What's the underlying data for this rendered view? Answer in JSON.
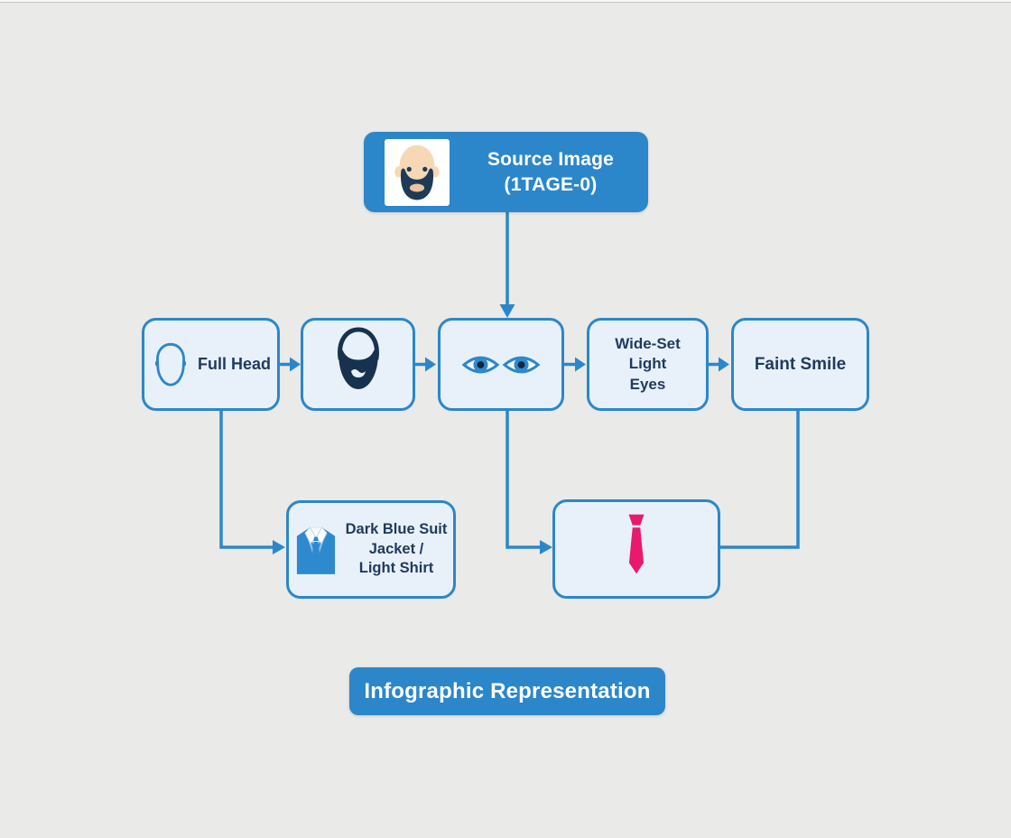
{
  "colors": {
    "accent_blue": "#2b87ca",
    "box_fill": "#e8f1f9",
    "background": "#eaeae8",
    "dark_text": "#1e3a5f",
    "beard_navy": "#17324f",
    "tie_pink": "#e8196e",
    "skin_tone": "#f6d8b6",
    "white": "#ffffff"
  },
  "source_box": {
    "title_line1": "Source Image",
    "title_line2": "(1TAGE-0)",
    "icon": "bearded-man-portrait-icon"
  },
  "feature_nodes": [
    {
      "id": "full-head",
      "label": "Full Head",
      "icon": "head-outline-icon"
    },
    {
      "id": "beard",
      "label": "",
      "icon": "beard-icon"
    },
    {
      "id": "eyes",
      "label": "",
      "icon": "pair-of-eyes-icon"
    },
    {
      "id": "wide-set-light-eyes",
      "label": "Wide-Set\nLight\nEyes",
      "icon": ""
    },
    {
      "id": "faint-smile",
      "label": "Faint Smile",
      "icon": ""
    }
  ],
  "attribute_nodes": [
    {
      "id": "suit",
      "label": "Dark Blue Suit\nJacket /\nLight Shirt",
      "icon": "suit-jacket-icon"
    },
    {
      "id": "tie",
      "label": "",
      "icon": "necktie-icon"
    }
  ],
  "footer": {
    "label": "Infographic Representation"
  }
}
